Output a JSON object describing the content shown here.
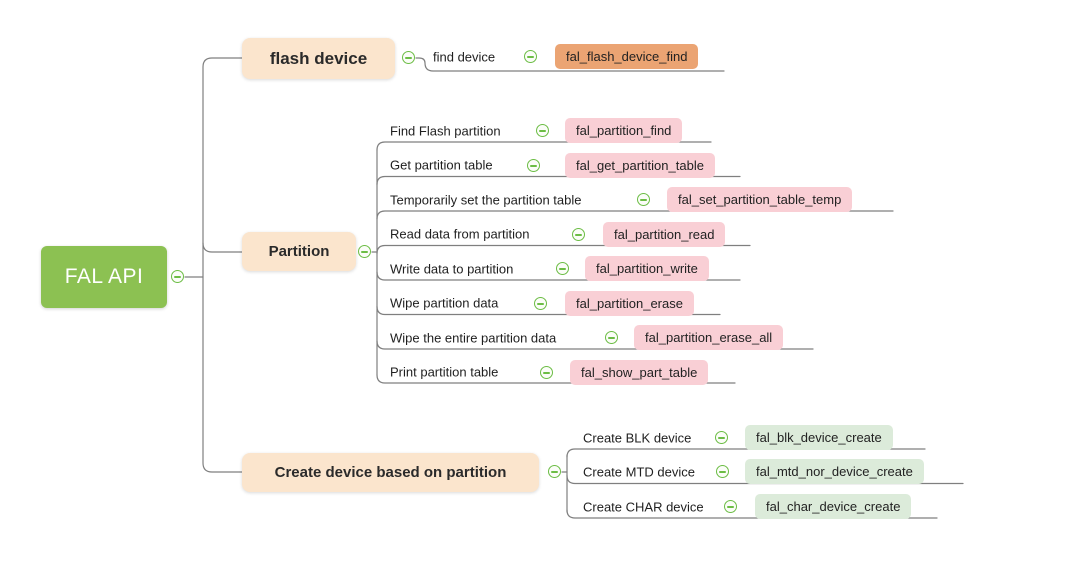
{
  "root": {
    "label": "FAL API"
  },
  "branches": [
    {
      "label": "flash device",
      "children": [
        {
          "label": "find device",
          "api": "fal_flash_device_find"
        }
      ]
    },
    {
      "label": "Partition",
      "children": [
        {
          "label": "Find Flash partition",
          "api": "fal_partition_find"
        },
        {
          "label": "Get partition table",
          "api": "fal_get_partition_table"
        },
        {
          "label": "Temporarily set the partition table",
          "api": "fal_set_partition_table_temp"
        },
        {
          "label": "Read data from partition",
          "api": "fal_partition_read"
        },
        {
          "label": "Write data to partition",
          "api": "fal_partition_write"
        },
        {
          "label": "Wipe partition data",
          "api": "fal_partition_erase"
        },
        {
          "label": "Wipe the entire partition data",
          "api": "fal_partition_erase_all"
        },
        {
          "label": "Print partition table",
          "api": "fal_show_part_table"
        }
      ]
    },
    {
      "label": "Create device based on partition",
      "children": [
        {
          "label": "Create BLK device",
          "api": "fal_blk_device_create"
        },
        {
          "label": "Create MTD device",
          "api": "fal_mtd_nor_device_create"
        },
        {
          "label": "Create CHAR device",
          "api": "fal_char_device_create"
        }
      ]
    }
  ],
  "colors": {
    "root_fill": "#8cc152",
    "branch_fill": "#fbe5cd",
    "api_flash_fill": "#eba473",
    "api_partition_fill": "#f9cfd5",
    "api_create_fill": "#dcebda",
    "connector_line": "#7f7f7f",
    "collapse_icon_green": "#6cbd45"
  }
}
